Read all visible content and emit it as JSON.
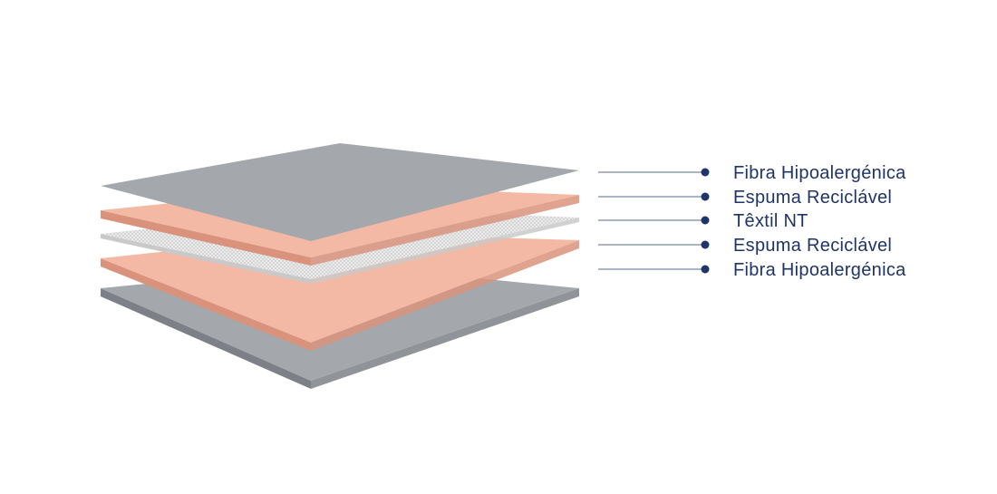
{
  "colors": {
    "fiber_top": "#a4a8ad",
    "fiber_side": "#7d8187",
    "foam_top": "#f4b9a4",
    "foam_side": "#d9937d",
    "textile_top": "#ececec",
    "textile_side": "#c9c9c9",
    "label_text": "#1f3468",
    "leader_line": "#1f3468",
    "leader_dot": "#1f3468"
  },
  "layers": [
    {
      "label": "Fibra Hipoalergénica",
      "material": "fiber"
    },
    {
      "label": "Espuma Reciclável",
      "material": "foam"
    },
    {
      "label": "Têxtil NT",
      "material": "textile"
    },
    {
      "label": "Espuma Reciclável",
      "material": "foam"
    },
    {
      "label": "Fibra Hipoalergénica",
      "material": "fiber"
    }
  ]
}
